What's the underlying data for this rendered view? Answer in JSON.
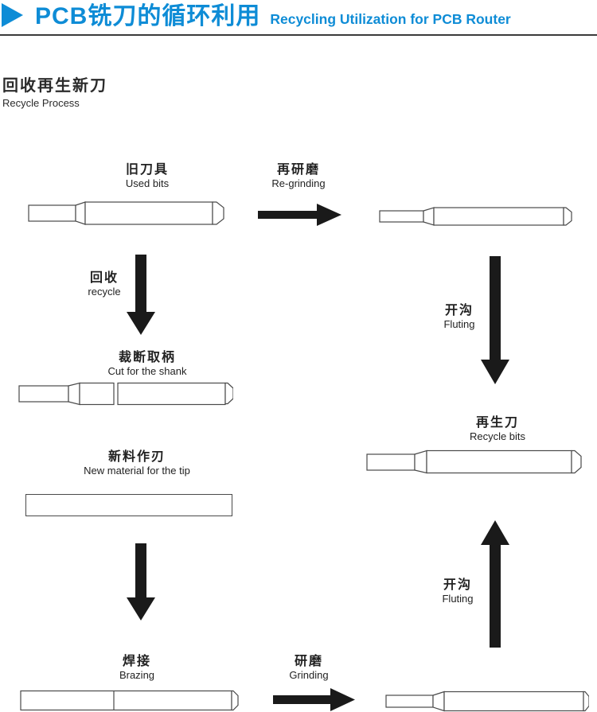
{
  "header": {
    "title_zh": "PCB铣刀的循环利用",
    "title_en": "Recycling Utilization for PCB Router"
  },
  "section": {
    "title_zh": "回收再生新刀",
    "title_en": "Recycle Process"
  },
  "steps": {
    "used_bits": {
      "zh": "旧刀具",
      "en": "Used bits"
    },
    "regrinding": {
      "zh": "再研磨",
      "en": "Re-grinding"
    },
    "recycle": {
      "zh": "回收",
      "en": "recycle"
    },
    "cut_shank": {
      "zh": "裁断取柄",
      "en": "Cut for the shank"
    },
    "new_material": {
      "zh": "新料作刃",
      "en": "New material for the tip"
    },
    "fluting_right": {
      "zh": "开沟",
      "en": "Fluting"
    },
    "recycle_bits": {
      "zh": "再生刀",
      "en": "Recycle bits"
    },
    "fluting_bottom": {
      "zh": "开沟",
      "en": "Fluting"
    },
    "brazing": {
      "zh": "焊接",
      "en": "Brazing"
    },
    "grinding": {
      "zh": "研磨",
      "en": "Grinding"
    }
  },
  "colors": {
    "accent_blue": "#0e8cd6",
    "divider": "#3b3b3b",
    "arrow_black": "#1a1a1a",
    "bit_outline": "#4a4a4a"
  }
}
